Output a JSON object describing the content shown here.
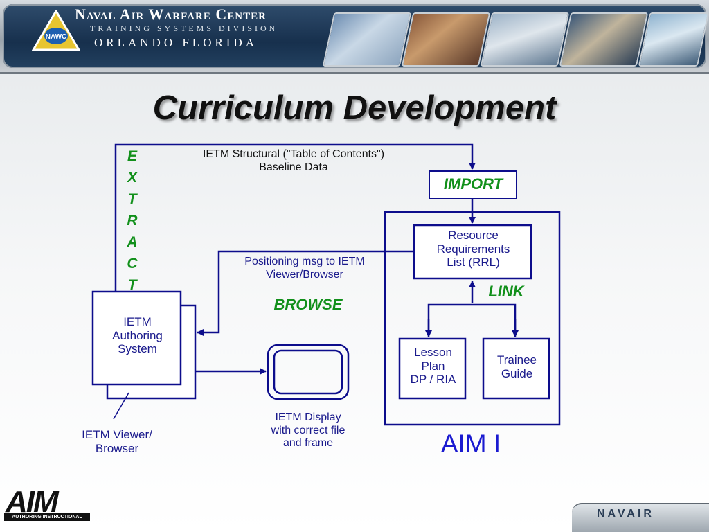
{
  "header": {
    "org": "Naval Air Warfare Center",
    "division": "TRAINING SYSTEMS DIVISION",
    "location": "ORLANDO FLORIDA",
    "logo_text": "NAWC"
  },
  "slide": {
    "title": "Curriculum Development"
  },
  "diagram": {
    "extract_letters": [
      "E",
      "X",
      "T",
      "R",
      "A",
      "C",
      "T"
    ],
    "structural_label_line1": "IETM Structural (\"Table of Contents\")",
    "structural_label_line2": "Baseline Data",
    "import_label": "IMPORT",
    "rrl_line1": "Resource",
    "rrl_line2": "Requirements",
    "rrl_line3": "List (RRL)",
    "link_label": "LINK",
    "positioning_line1": "Positioning msg to IETM",
    "positioning_line2": "Viewer/Browser",
    "browse_label": "BROWSE",
    "authoring_line1": "IETM",
    "authoring_line2": "Authoring",
    "authoring_line3": "System",
    "lesson_line1": "Lesson",
    "lesson_line2": "Plan",
    "lesson_line3": "DP / RIA",
    "trainee_line1": "Trainee",
    "trainee_line2": "Guide",
    "viewer_line1": "IETM Viewer/",
    "viewer_line2": "Browser",
    "display_line1": "IETM Display",
    "display_line2": "with correct file",
    "display_line3": "and frame",
    "aim_label": "AIM I"
  },
  "footer": {
    "aim_logo": "AIM",
    "aim_logo_sub": "AUTHORING INSTRUCTIONAL MATERIALS",
    "navair": "NAVAIR"
  },
  "colors": {
    "line": "#0d0d8c",
    "accent_green": "#12901b"
  }
}
